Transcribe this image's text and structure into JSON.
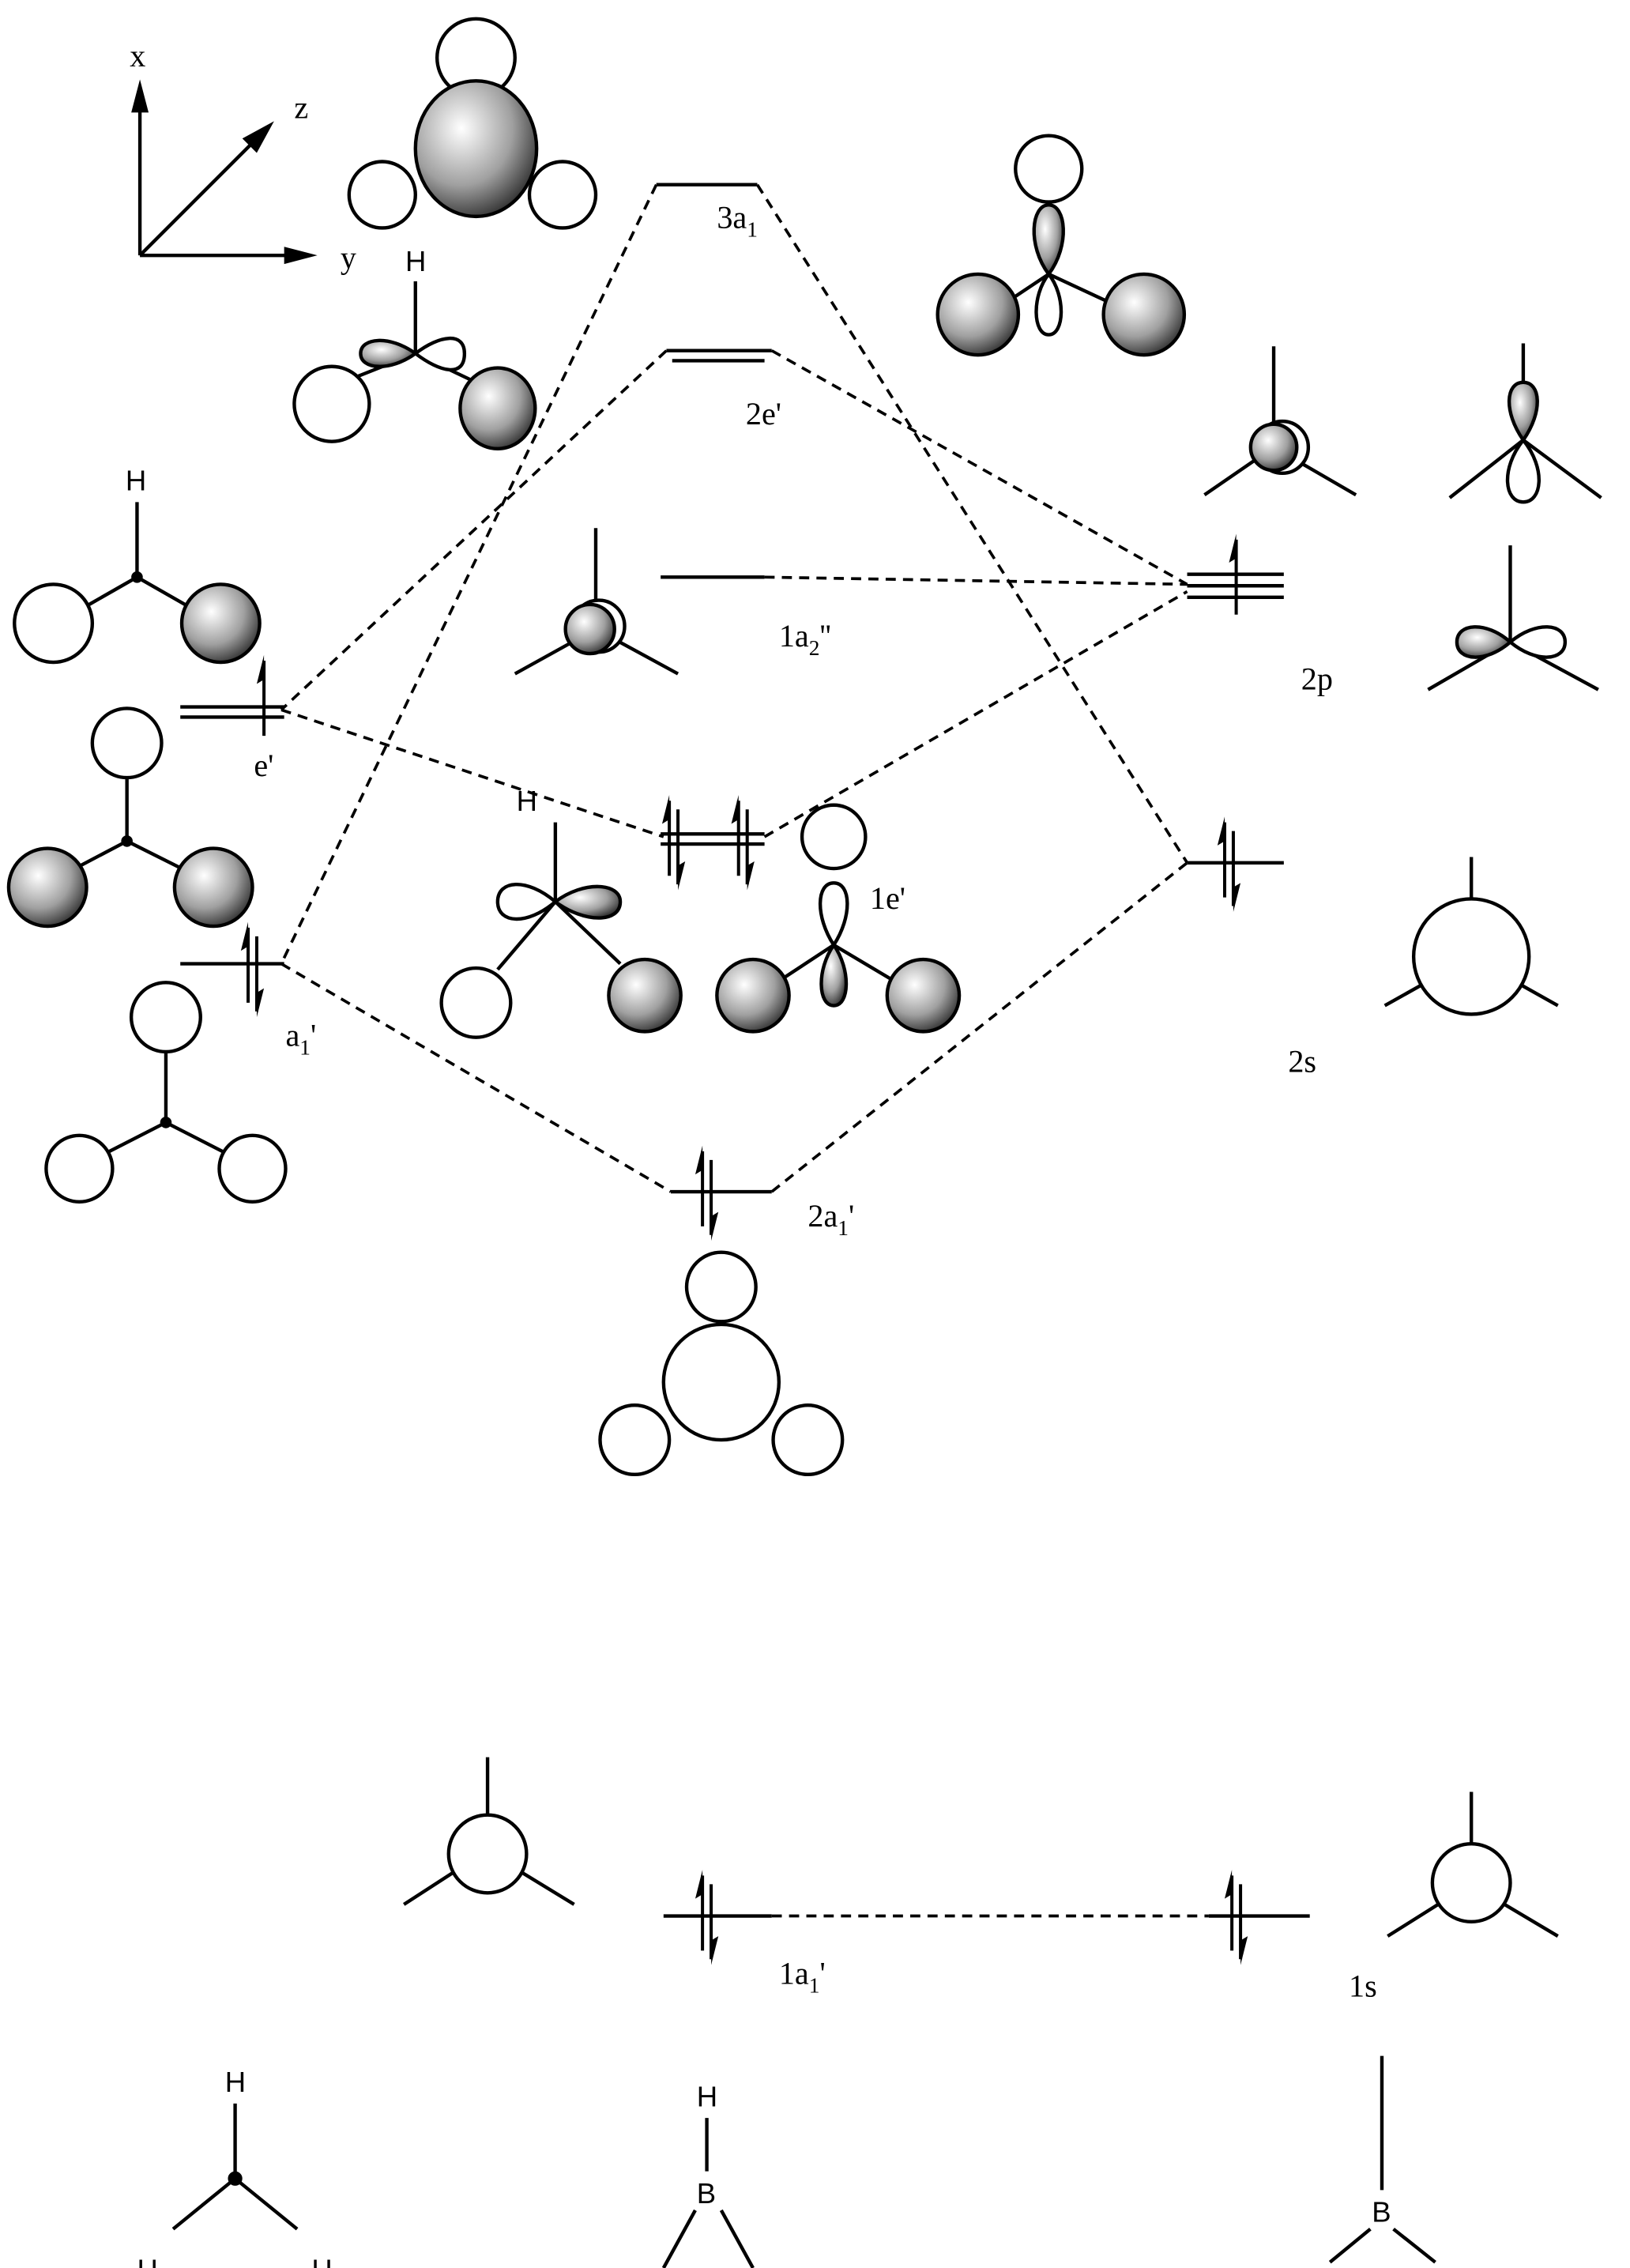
{
  "axes": {
    "x": "x",
    "y": "y",
    "z": "z"
  },
  "atoms": {
    "h": "H",
    "b": "B"
  },
  "levels": {
    "l3a1": {
      "main": "3a",
      "sub": "1",
      "suffix": ""
    },
    "l2e": {
      "main": "2e'",
      "sub": "",
      "suffix": ""
    },
    "l1a2": {
      "main": "1a",
      "sub": "2",
      "suffix": "''"
    },
    "le": {
      "main": "e'",
      "sub": "",
      "suffix": ""
    },
    "l1e": {
      "main": "1e'",
      "sub": "",
      "suffix": ""
    },
    "la1": {
      "main": "a",
      "sub": "1",
      "suffix": "'"
    },
    "l2a1": {
      "main": "2a",
      "sub": "1",
      "suffix": "'"
    },
    "l1a1": {
      "main": "1a",
      "sub": "1",
      "suffix": "'"
    },
    "l2p": {
      "main": "2p"
    },
    "l2s": {
      "main": "2s"
    },
    "l1s": {
      "main": "1s"
    }
  },
  "colors": {
    "line": "#000000",
    "background": "#ffffff"
  }
}
